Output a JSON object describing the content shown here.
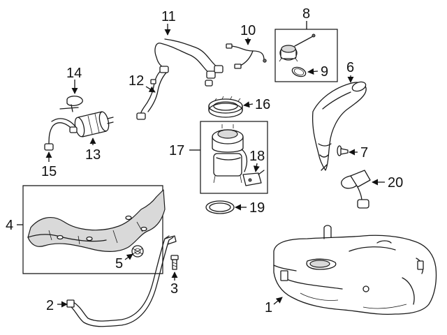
{
  "callouts": {
    "c1": "1",
    "c2": "2",
    "c3": "3",
    "c4": "4",
    "c5": "5",
    "c6": "6",
    "c7": "7",
    "c8": "8",
    "c9": "9",
    "c10": "10",
    "c11": "11",
    "c12": "12",
    "c13": "13",
    "c14": "14",
    "c15": "15",
    "c16": "16",
    "c17": "17",
    "c18": "18",
    "c19": "19",
    "c20": "20"
  },
  "colors": {
    "line": "#1a1a1a",
    "shade": "#d9d9d9",
    "background": "#ffffff"
  }
}
